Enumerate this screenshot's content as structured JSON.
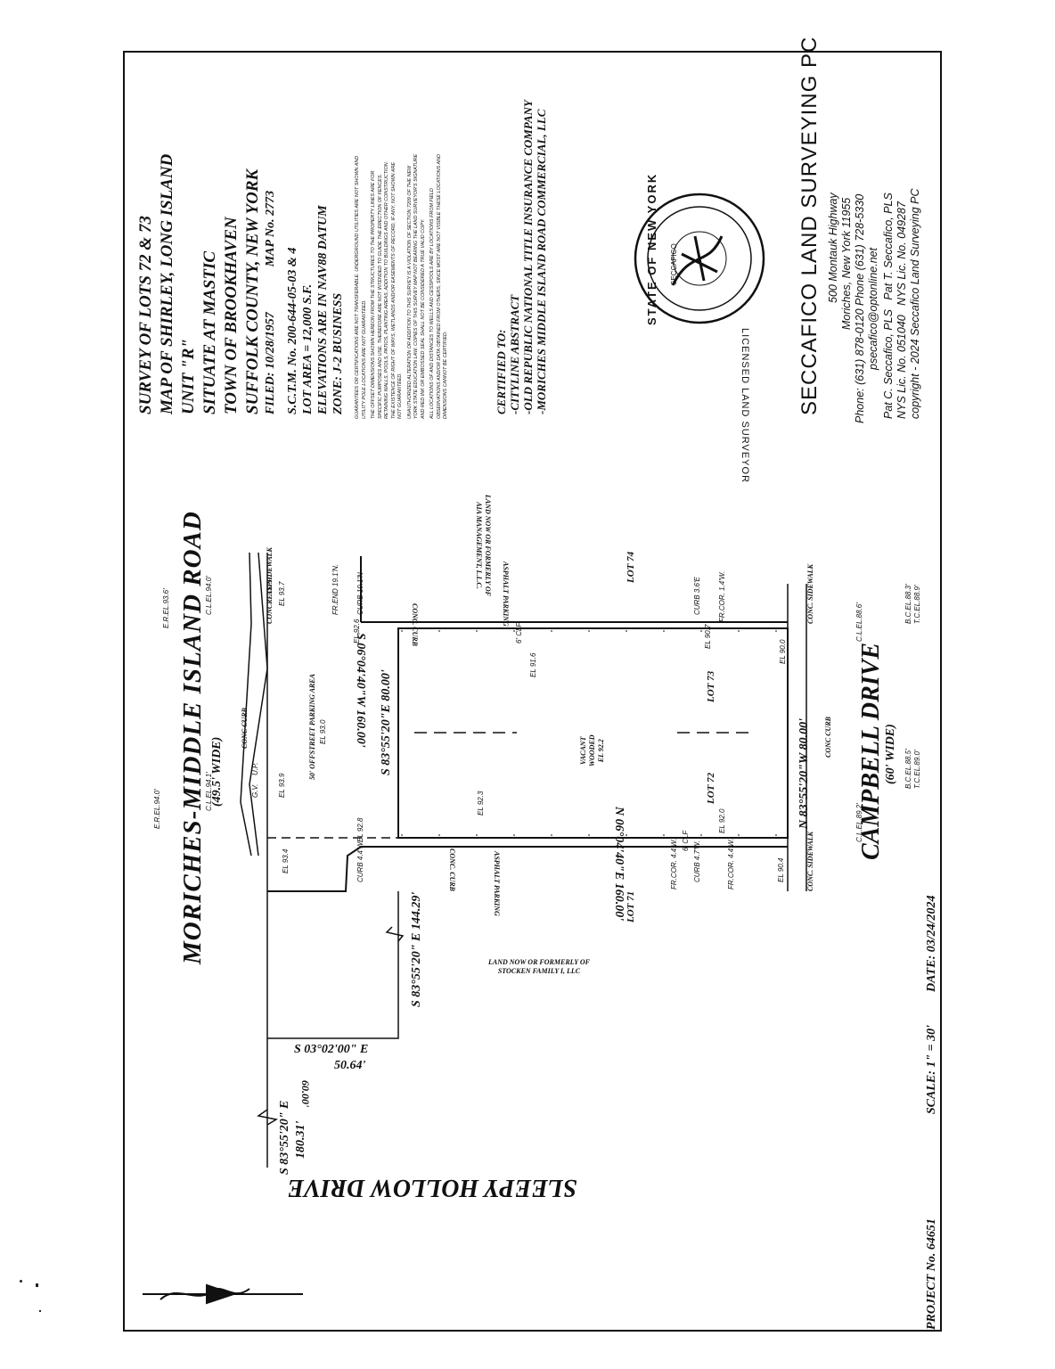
{
  "title_block": {
    "lines": [
      "SURVEY OF LOTS 72 & 73",
      "MAP OF SHIRLEY, LONG ISLAND",
      "UNIT \"R\"",
      "SITUATE AT MASTIC",
      "TOWN OF BROOKHAVEN",
      "SUFFOLK COUNTY, NEW YORK"
    ],
    "filed": "FILED: 10/28/1957",
    "map_no": "MAP No. 2773",
    "sctm": "S.C.T.M. No. 200-644-05-03 & 4",
    "lot_area": "LOT AREA = 12,000 S.F.",
    "elevations": "ELEVATIONS ARE IN NAV88 DATUM",
    "zone": "ZONE: J-2 BUSINESS"
  },
  "notes": [
    "GUARANTEES OR CERTIFICATIONS ARE NOT TRANSFERABLE. UNDERGROUND UTILITIES ARE NOT SHOWN AND UTILITY POLE LOCATIONS ARE NOT GUARANTEED.",
    "THE OFFSET DIMENSIONS SHOWN HEREON FROM THE STRUCTURES TO THE PROPERTY LINES ARE FOR SPECIFIC PURPOSES AND USE, THEREFORE ARE NOT INTENDED TO GUIDE THE ERECTION OF FENCES, RETAINING WALLS, POOLS, PATIOS, PLANTING AREAS, ADDITION TO BUILDINGS AND OTHER CONSTRUCTION. THE EXISTENCE OF RIGHT OF WAYS, WETLANDS AND/OR EASEMENTS OF RECORD, IF ANY, NOT SHOWN ARE NOT GUARANTEED.",
    "UNAUTHORIZED ALTERATION OR ADDITION TO THIS SURVEY IS A VIOLATION OF SECTION 7209 OF THE NEW YORK STATE EDUCATION LAW. COPIES OF THIS SURVEY MAP NOT BEARING THE LAND SURVEYOR'S SIGNATURE AND RED INK OR EMBOSSED SEAL SHALL NOT BE CONSIDERED A TRUE VALID COPY.",
    "ALL LOCATIONS OF AND DISTANCES TO WELLS AND CESSPOOLS ARE BY LOCATIONS FROM FIELD OBSERVATIONS AND/OR DATA OBTAINED FROM OTHERS, SINCE MOST ARE NOT VISIBLE THESE LOCATIONS AND DIMENSIONS CANNOT BE CERTIFIED."
  ],
  "certified": {
    "heading": "CERTIFIED TO:",
    "items": [
      "-CITYLINE ABSTRACT",
      "-OLD REPUBLIC NATIONAL TITLE INSURANCE COMPANY",
      "-MORICHES MIDDLE ISLAND ROAD COMMERCIAL, LLC"
    ]
  },
  "seal": {
    "outer": "STATE OF NEW YORK",
    "inner": "SECCAFICO",
    "bottom": "LICENSED LAND SURVEYOR"
  },
  "company": {
    "name": "SECCAFICO LAND SURVEYING PC",
    "address1": "500 Montauk Highway",
    "address2": "Moriches, New York 11955",
    "phone": "Phone: (631) 878-0120   Phone (631) 728-5330",
    "email": "psecafico@optonline.net",
    "surveyor1": "Pat C. Seccafico, PLS",
    "surveyor2": "Pat T. Seccafico, PLS",
    "lic1": "NYS Lic. No. 051040",
    "lic2": "NYS Lic. No. 049287",
    "copyright": "copyright - 2024 Seccafico Land Surveying PC"
  },
  "footer": {
    "project": "PROJECT No. 64651",
    "scale": "SCALE: 1\" = 30'",
    "date": "DATE: 03/24/2024"
  },
  "roads": {
    "moriches": "MORICHES-MIDDLE ISLAND ROAD",
    "moriches_width": "(49.5' WIDE)",
    "campbell": "CAMPBELL DRIVE",
    "campbell_width": "(60' WIDE)",
    "sleepy": "SLEEPY HOLLOW DRIVE"
  },
  "bearings": {
    "north_line": "S 06°04'40\"W 160.00'",
    "south_line": "N 06°04'40\"E 160.00'",
    "west_line": "S 83°55'20\"E 80.00'",
    "east_line": "N 83°55'20\"W 80.00'",
    "long_line": "S 83°55'20\" E 144.29'",
    "jog_bearing": "S 03°02'00\" E",
    "jog_dist": "50.64'",
    "sleepy_bearing": "S 83°55'20\" E",
    "sleepy_dist": "180.31'",
    "dim_60": "60.00'"
  },
  "labels": {
    "vacant": "VACANT",
    "wooded": "WOODED",
    "el_center": "EL 92.2",
    "lot72": "LOT 72",
    "lot73": "LOT 73",
    "lot71": "LOT 71",
    "lot74": "LOT 74",
    "parking_area": "50' OFFSTREET PARKING AREA",
    "asphalt_parking_n": "ASPHALT PARKING",
    "asphalt_parking_s": "ASPHALT PARKING",
    "conc_curb_n": "CONC. CURB",
    "conc_curb_s": "CONC. CURB",
    "conc_curb_m": "CONC CURB",
    "conc_curb_c": "CONC CURB",
    "conc_sidewalk": "CONCRETE SIDEWALK",
    "conc_sidewalk2": "CONC. SIDEWALK",
    "conc_sidewalk3": "CONC. SIDEWALK",
    "asph": "ASPH.",
    "land_north_1": "LAND NOW OR FORMERLY OF",
    "land_north_2": "AIA MANAGEMENT, L.L.C.",
    "land_south_1": "LAND NOW OR FORMERLY OF",
    "land_south_2": "STOCKEN FAMILY I, LLC",
    "el_933": "EL 93.0",
    "el_939": "EL 93.9",
    "el_937": "EL 93.7",
    "el_928": "EL 92.8",
    "el_934": "EL 93.4",
    "el_923": "EL 92.3",
    "el_916": "EL 91.6",
    "el_926": "EL 92.6",
    "el_920": "EL 92.0",
    "el_907": "EL 90.7",
    "el_900": "EL 90.0",
    "el_904": "EL 90.4",
    "cl_941": "C.L.EL.94.1'",
    "cl_940": "C.L.EL.94.0'",
    "er_940": "E.R.EL.94.0'",
    "er_936": "E.R.EL.93.6'",
    "cl_892": "C.L.EL.89.2'",
    "cl_886": "C.L.EL.88.6'",
    "bc_885": "B.C.EL.88.5'",
    "tc_890": "T.C.EL.89.0'",
    "bc_883": "B.C.EL.88.3'",
    "tc_889": "T.C.EL.88.9'",
    "gv": "G.V.",
    "up": "U.P.",
    "curb_44": "CURB 4.4'W.",
    "curb_47": "CURB 4.7'W.",
    "curb_36": "CURB 3.6'E",
    "curb_191": "CURB 19.1'N",
    "fr_cor": "FR.COR. 4.4'W.",
    "fr_cor2": "FR.COR. 4.4'W.",
    "fr_cor3": "FR.COR. 1.4'W.",
    "fr_end": "FR.END 19.1'N.",
    "clf": "6' CLF",
    "clf2": "6' CLF"
  }
}
